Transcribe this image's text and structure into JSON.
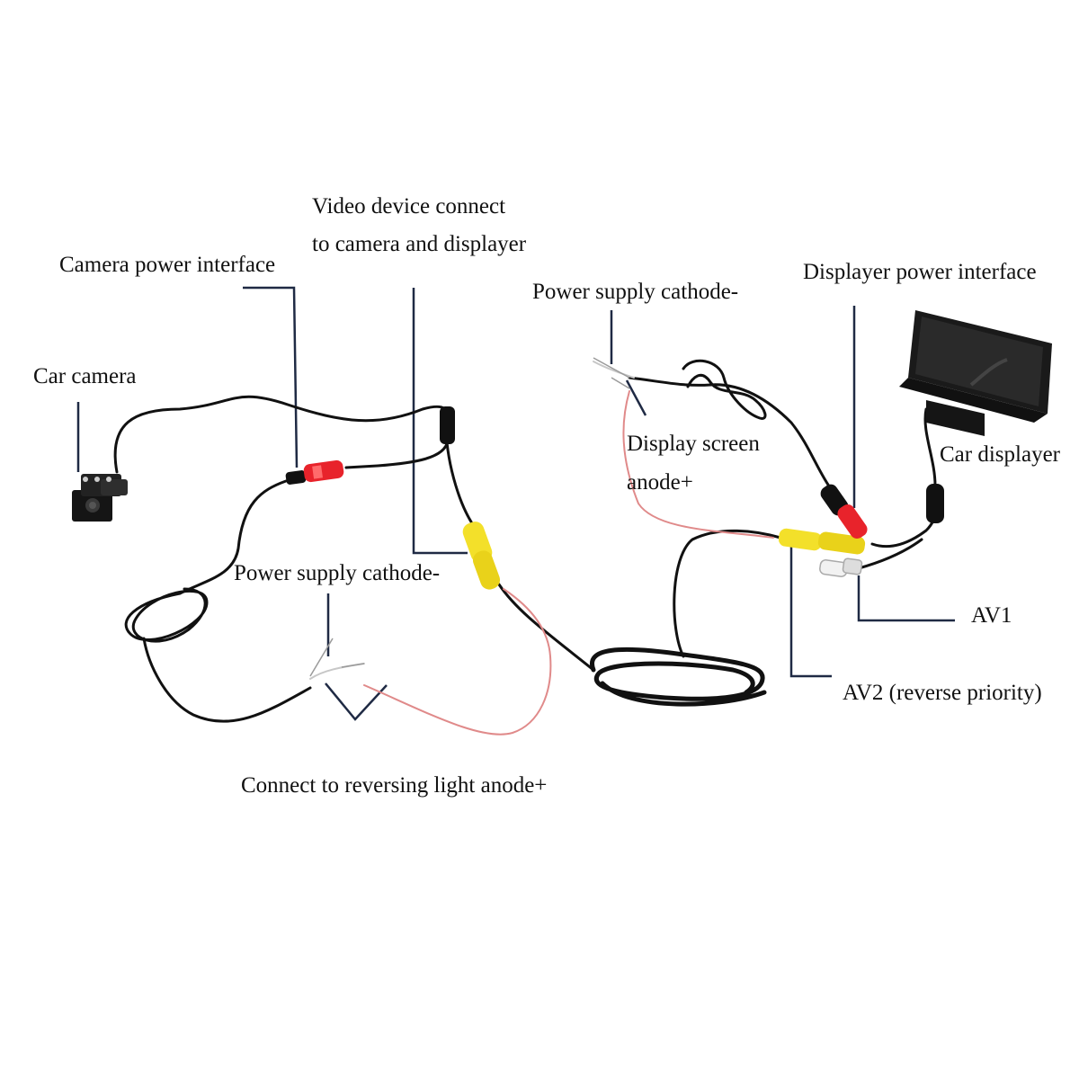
{
  "colors": {
    "background": "#ffffff",
    "cable_black": "#111111",
    "pointer_navy": "#1f2a44",
    "connector_red": "#e8232b",
    "connector_yellow": "#f3e02a",
    "wire_pink": "#e08a8a",
    "connector_white": "#f2f2f2"
  },
  "labels": {
    "video_device_line1": "Video device connect",
    "video_device_line2": "to camera and displayer",
    "camera_power_interface": "Camera power interface",
    "car_camera": "Car camera",
    "power_supply_cathode_left": "Power supply cathode-",
    "connect_reversing_light": "Connect to reversing light anode+",
    "power_supply_cathode_right": "Power supply cathode-",
    "displayer_power_interface": "Displayer power interface",
    "display_screen_line1": "Display screen",
    "display_screen_line2": "anode+",
    "car_displayer": "Car displayer",
    "av1": "AV1",
    "av2": "AV2 (reverse priority)"
  },
  "components": [
    {
      "name": "car-camera",
      "icon": "rear-view-camera"
    },
    {
      "name": "car-displayer",
      "icon": "monitor-screen"
    },
    {
      "name": "camera-power-connector",
      "color": "red"
    },
    {
      "name": "video-rca-connector",
      "color": "yellow"
    },
    {
      "name": "display-av2-connector",
      "color": "yellow"
    },
    {
      "name": "display-power-connector",
      "color": "red"
    },
    {
      "name": "av1-connector",
      "color": "white"
    },
    {
      "name": "extension-cable-coil",
      "color": "black"
    }
  ]
}
